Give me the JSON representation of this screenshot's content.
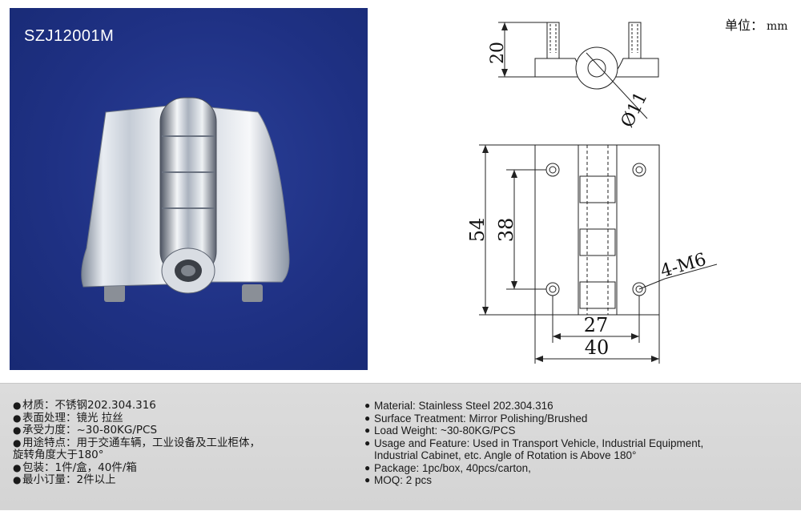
{
  "product": {
    "model_code": "SZJ12001M"
  },
  "drawing": {
    "unit_label": "单位：",
    "unit_value": "mm",
    "dims": {
      "height": "20",
      "hole_dia": "Ø11",
      "length": "54",
      "hole_spacing_v": "38",
      "hole_spacing_h": "27",
      "width": "40",
      "thread": "4-M6"
    }
  },
  "specs_cn": [
    {
      "text": "材质：不锈钢202.304.316"
    },
    {
      "text": "表面处理：镜光 拉丝"
    },
    {
      "text": "承受力度：~30-80KG/PCS"
    },
    {
      "text": "用途特点：用于交通车辆，工业设备及工业柜体，",
      "cont": "旋转角度大于180°"
    },
    {
      "text": "包装：1件/盒，40件/箱"
    },
    {
      "text": "最小订量：2件以上"
    }
  ],
  "specs_en": [
    {
      "text": "Material: Stainless Steel 202.304.316"
    },
    {
      "text": "Surface Treatment: Mirror Polishing/Brushed"
    },
    {
      "text": "Load Weight: ~30-80KG/PCS"
    },
    {
      "text": "Usage and Feature: Used in Transport Vehicle, Industrial Equipment,",
      "cont": "Industrial Cabinet, etc. Angle of Rotation is Above 180°"
    },
    {
      "text": "Package: 1pc/box, 40pcs/carton,"
    },
    {
      "text": "MOQ: 2 pcs"
    }
  ],
  "bullet_glyph": "●"
}
